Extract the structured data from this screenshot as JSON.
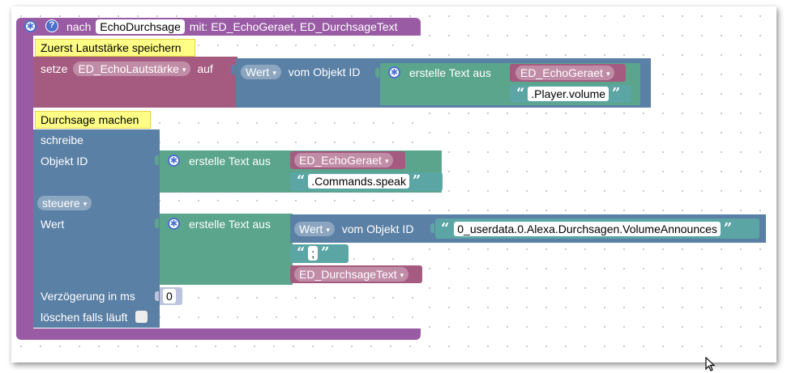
{
  "function_block": {
    "prefix": "nach",
    "name": "EchoDurchsage",
    "params": "mit: ED_EchoGeraet, ED_DurchsageText"
  },
  "comment1": "Zuerst Lautstärke speichern",
  "setze_block": {
    "label": "setze",
    "variable": "ED_EchoLautstärke",
    "auf": "auf"
  },
  "get_state1": {
    "value": "Wert",
    "from": "vom Objekt ID"
  },
  "text_join1": {
    "label": "erstelle Text aus",
    "var": "ED_EchoGeraet",
    "text": ".Player.volume"
  },
  "comment2": "Durchsage machen",
  "write_block": {
    "title": "schreibe",
    "object_label": "Objekt ID",
    "mode": "steuere",
    "value_label": "Wert",
    "delay_label": "Verzögerung in ms",
    "delay_value": "0",
    "clear_label": "löschen falls läuft"
  },
  "text_join2": {
    "label": "erstelle Text aus",
    "var": "ED_EchoGeraet",
    "text": ".Commands.speak"
  },
  "text_join3": {
    "label": "erstelle Text aus",
    "get_value": "Wert",
    "get_from": "vom Objekt ID",
    "object_id": "0_userdata.0.Alexa.Durchsagen.VolumeAnnounces",
    "separator": ";",
    "var": "ED_DurchsageText"
  },
  "colors": {
    "function": "#9a5ba5",
    "variable": "#a55b80",
    "io": "#5b80a5",
    "text": "#5ba58c",
    "comment": "#fefe86"
  }
}
